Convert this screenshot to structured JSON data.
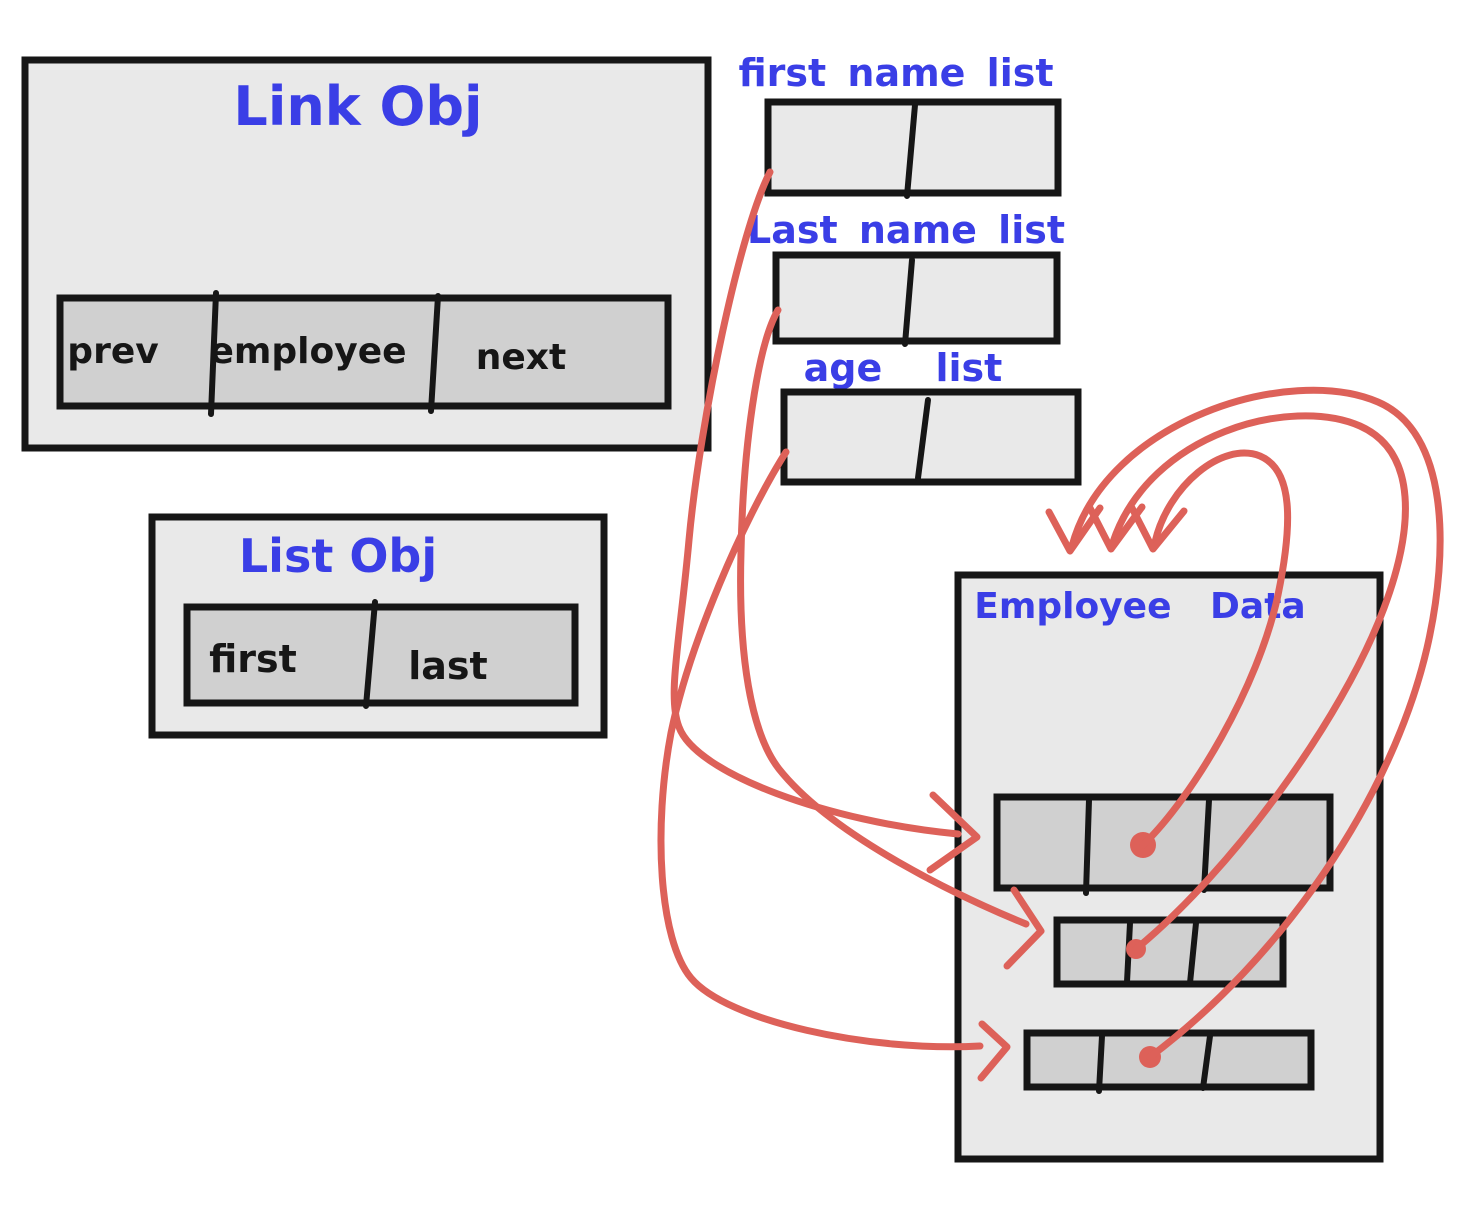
{
  "diagram": {
    "link_obj": {
      "title": "Link Obj",
      "cells": {
        "prev": "prev",
        "employee": "employee",
        "next": "next"
      }
    },
    "lists": {
      "first_name": {
        "label": "first name list"
      },
      "last_name": {
        "label": "Last name list"
      },
      "age": {
        "label": "age list"
      }
    },
    "list_obj": {
      "title": "List Obj",
      "cells": {
        "first": "first",
        "last": "last"
      }
    },
    "employee_data": {
      "title": "Employee Data"
    },
    "colors": {
      "ink": "#161616",
      "handwriting_blue": "#3a3ee6",
      "arrow_red": "#dd6159",
      "box_fill": "#e9e9e9",
      "cell_fill": "#d0d0d0",
      "page_bg": "#ffffff"
    }
  }
}
